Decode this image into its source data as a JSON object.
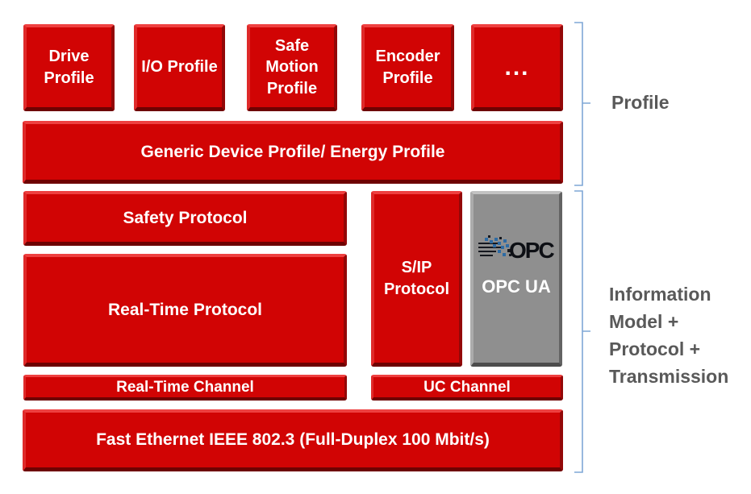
{
  "colors": {
    "block_red": "#d10404",
    "block_red_highlight": "#ee4040",
    "block_red_shadow": "#6e0202",
    "opc_gray": "#8f8f8f",
    "bracket_blue": "#7fa7d6",
    "side_label_gray": "#595959",
    "block_text": "#ffffff"
  },
  "profile_row": {
    "blocks": [
      {
        "label": "Drive Profile"
      },
      {
        "label": "I/O Profile"
      },
      {
        "label": "Safe Motion Profile"
      },
      {
        "label": "Encoder Profile"
      },
      {
        "label": "..."
      }
    ]
  },
  "generic_bar": {
    "label": "Generic Device Profile/ Energy Profile"
  },
  "protocol_section": {
    "safety": {
      "label": "Safety Protocol"
    },
    "realtime": {
      "label": "Real-Time Protocol"
    },
    "sip": {
      "label": "S/IP Protocol"
    },
    "opcua": {
      "logo_text": "OPC",
      "label": "OPC UA"
    }
  },
  "channel_row": {
    "realtime": {
      "label": "Real-Time Channel"
    },
    "uc": {
      "label": "UC Channel"
    }
  },
  "ethernet_bar": {
    "label": "Fast Ethernet IEEE 802.3 (Full-Duplex 100 Mbit/s)"
  },
  "side_labels": {
    "profile": "Profile",
    "info": {
      "lines": [
        "Information",
        "Model +",
        "Protocol +",
        "Transmission"
      ]
    }
  }
}
